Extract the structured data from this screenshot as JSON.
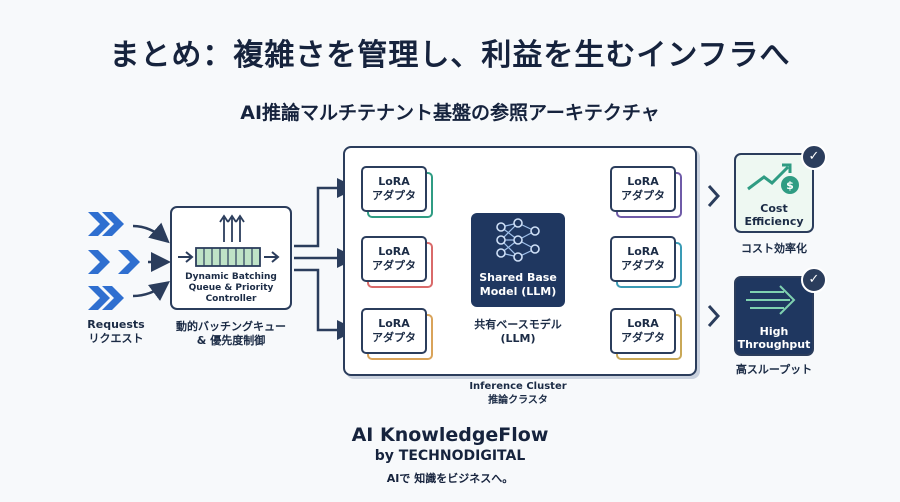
{
  "title": "まとめ：複雑さを管理し、利益を生むインフラへ",
  "subtitle": "AI推論マルチテナント基盤の参照アーキテクチャ",
  "requests": {
    "en": "Requests",
    "ja": "リクエスト"
  },
  "queue": {
    "en_line1": "Dynamic Batching",
    "en_line2": "Queue & Priority",
    "en_line3": "Controller",
    "ja_line1": "動的バッチングキュー",
    "ja_line2": "& 優先度制御"
  },
  "lora": {
    "line1": "LoRA",
    "line2": "アダプタ",
    "left_colors": [
      "#2f9c83",
      "#d96a6a",
      "#d9a35a"
    ],
    "right_colors": [
      "#6f5ba8",
      "#3a9bb5",
      "#c9a857"
    ]
  },
  "hub": {
    "line1": "Shared Base",
    "line2": "Model (LLM)",
    "caption1": "共有ベースモデル",
    "caption2": "(LLM)"
  },
  "cluster": {
    "line1": "Inference Cluster",
    "line2": "推論クラスタ"
  },
  "outputs": {
    "cost": {
      "line1": "Cost",
      "line2": "Efficiency",
      "caption": "コスト効率化",
      "check": "✓"
    },
    "throughput": {
      "line1": "High",
      "line2": "Throughput",
      "caption": "高スループット",
      "check": "✓"
    }
  },
  "brand": {
    "name": "AI KnowledgeFlow",
    "by": "by TECHNODIGITAL",
    "tagline": "AIで 知識をビジネスへ。"
  },
  "colors": {
    "navy": "#2b3d5c",
    "hub": "#1f3760",
    "accent_blue": "#2f6fd0",
    "teal": "#2f9c83"
  }
}
